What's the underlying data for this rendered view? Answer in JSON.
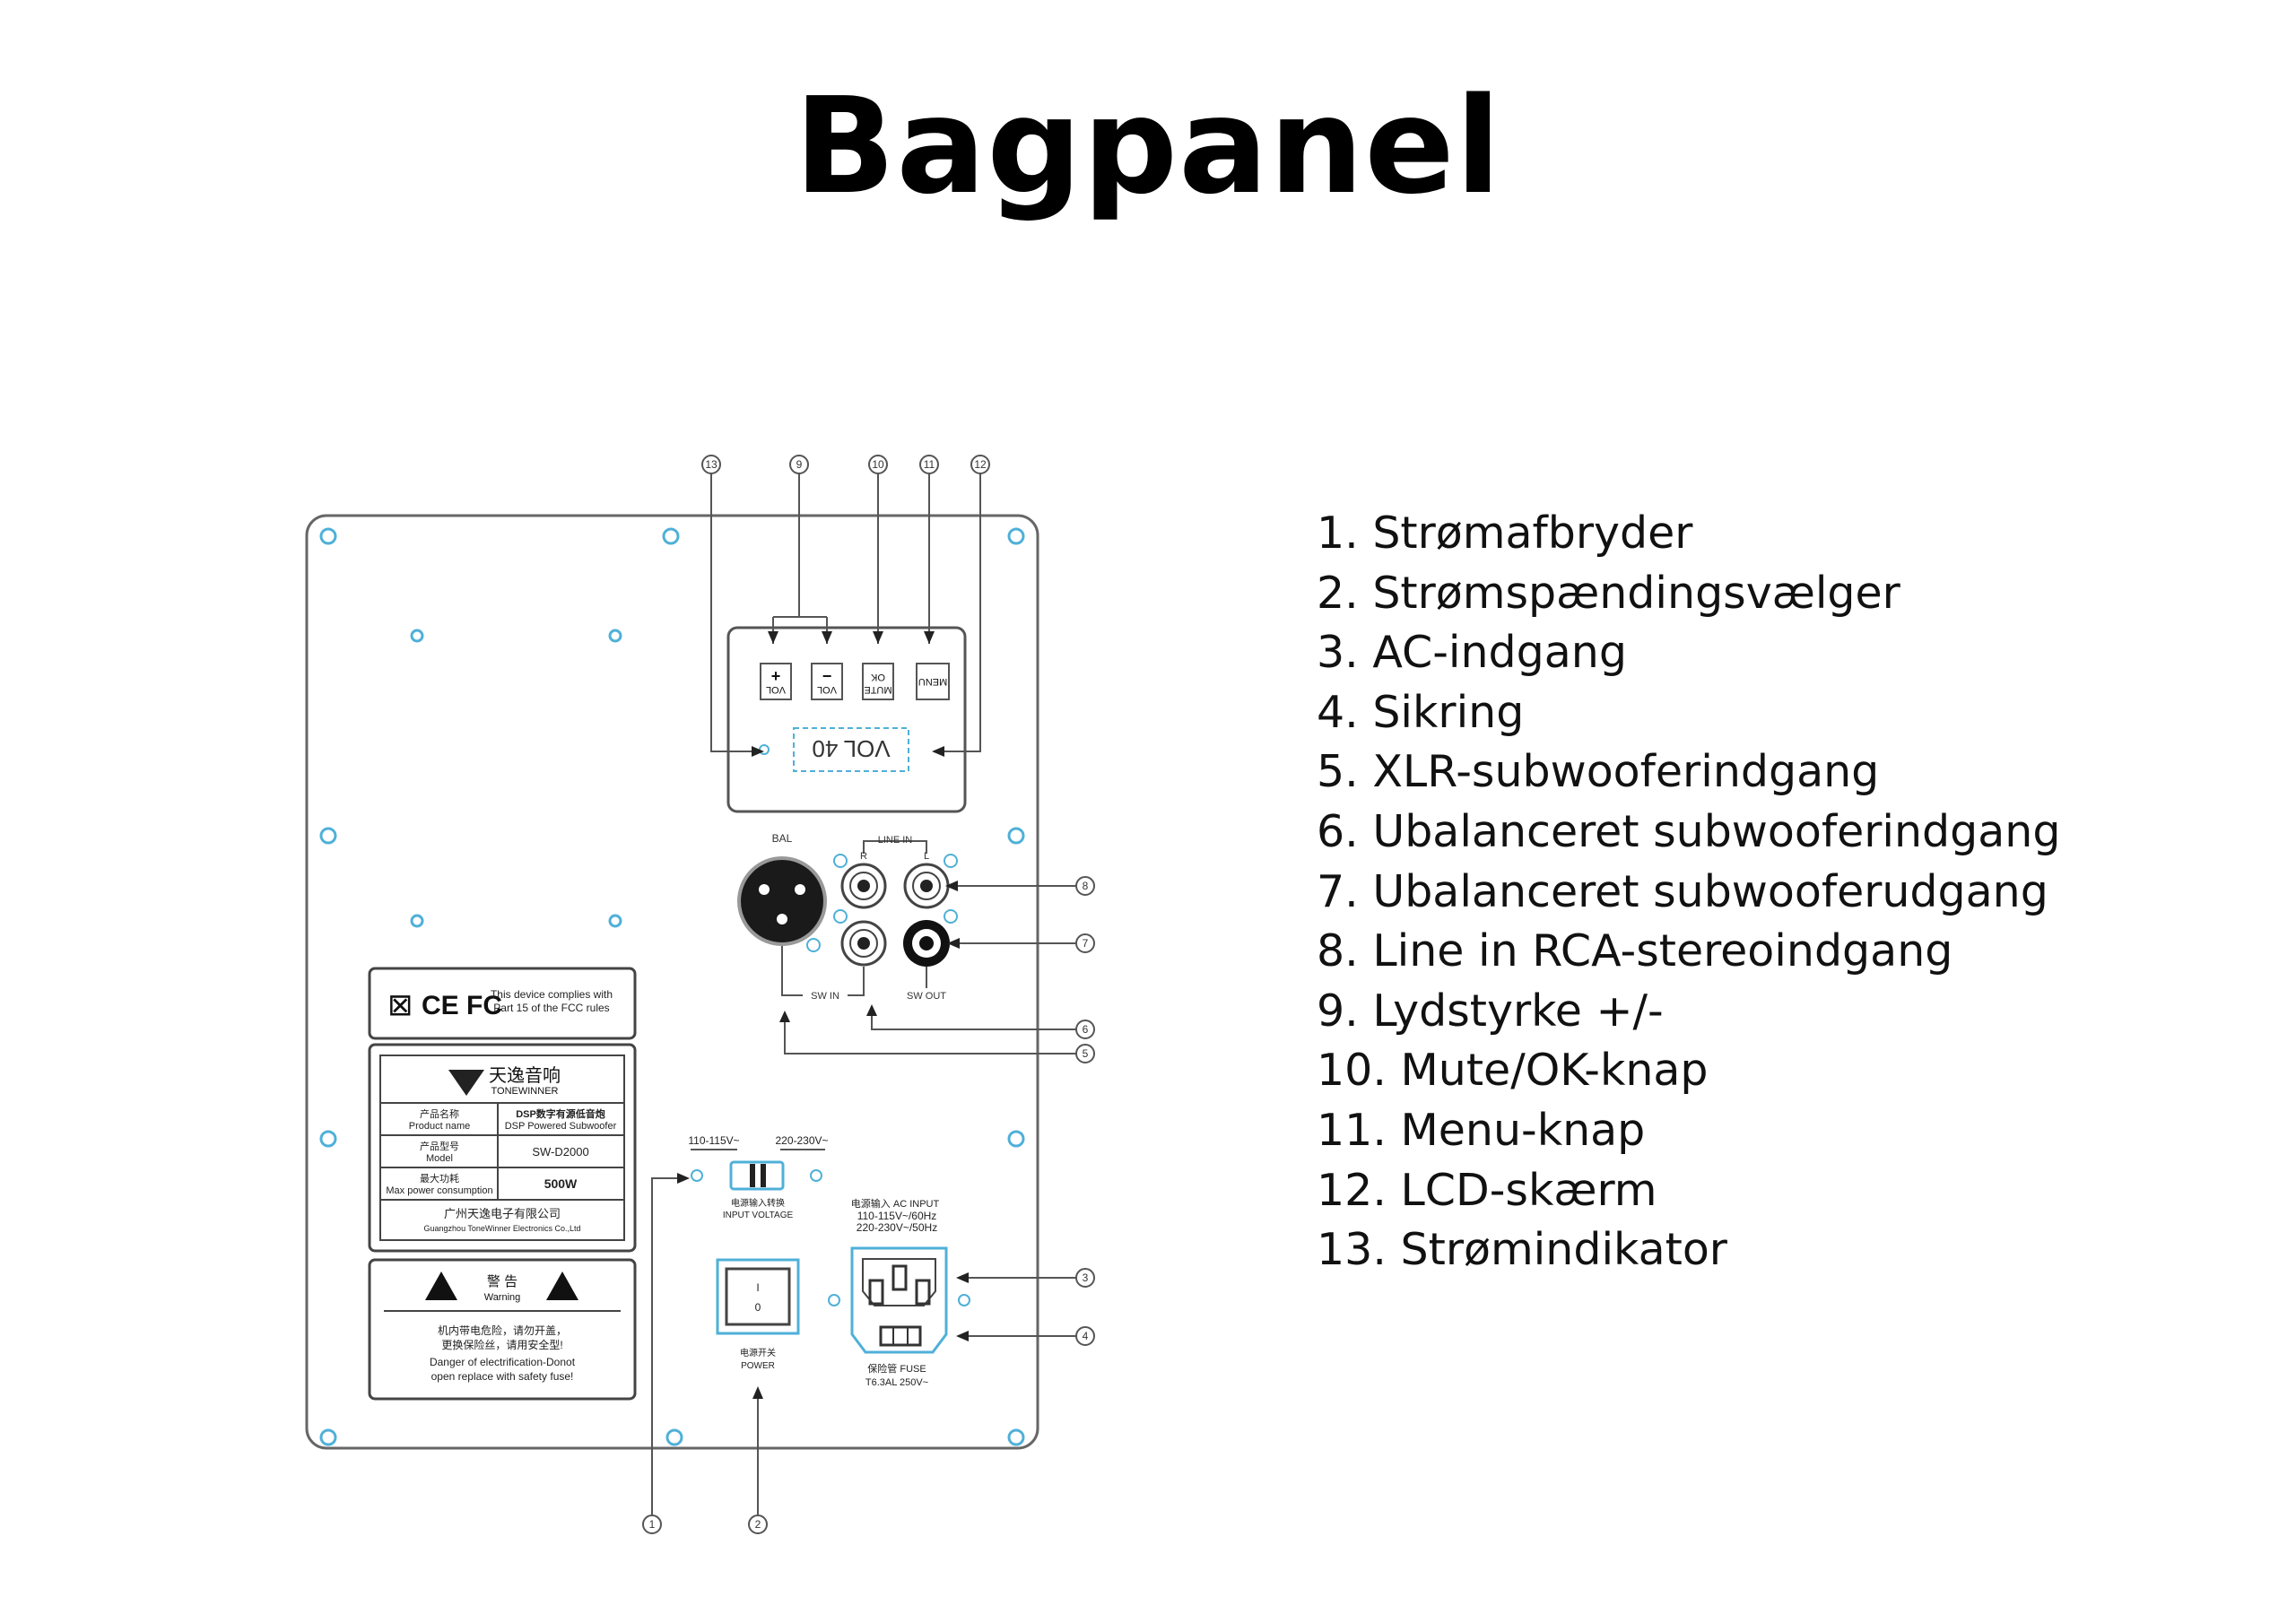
{
  "title": "Bagpanel",
  "callout_numbers": [
    "1",
    "2",
    "3",
    "4",
    "5",
    "6",
    "7",
    "8",
    "9",
    "10",
    "11",
    "12",
    "13"
  ],
  "legend": [
    "1. Strømafbryder",
    "2. Strømspændingsvælger",
    "3. AC-indgang",
    "4. Sikring",
    "5. XLR-subwooferindgang",
    "6. Ubalanceret subwooferindgang",
    "7. Ubalanceret subwooferudgang",
    "8. Line in RCA-stereoindgang",
    "9. Lydstyrke +/-",
    "10. Mute/OK-knap",
    "11. Menu-knap",
    "12. LCD-skærm",
    "13. Strømindikator"
  ],
  "panel": {
    "buttons": [
      {
        "symbol": "+",
        "label": "VOL"
      },
      {
        "symbol": "−",
        "label": "VOL"
      },
      {
        "symbol": "OK",
        "label": "MUTE"
      },
      {
        "symbol": "",
        "label": "MENU"
      }
    ],
    "lcd_text": "VOL 40",
    "bal_label": "BAL",
    "line_in_label": "LINE IN",
    "r_label": "R",
    "l_label": "L",
    "sw_in_label": "SW IN",
    "sw_out_label": "SW OUT",
    "fcc_text_1": "This device complies with",
    "fcc_text_2": "Part 15 of the FCC rules",
    "cert_marks": "CE FC",
    "brand_cn": "天逸音响",
    "brand_en": "TONEWINNER",
    "table": [
      {
        "label_cn": "产品名称",
        "label_en": "Product name",
        "value_cn": "DSP数字有源低音炮",
        "value_en": "DSP Powered Subwoofer"
      },
      {
        "label_cn": "产品型号",
        "label_en": "Model",
        "value_cn": "",
        "value_en": "SW-D2000"
      },
      {
        "label_cn": "最大功耗",
        "label_en": "Max power consumption",
        "value_cn": "",
        "value_en": "500W"
      }
    ],
    "company_cn": "广州天逸电子有限公司",
    "company_en": "Guangzhou ToneWinner Electronics Co.,Ltd",
    "warning_cn": "警 告",
    "warning_en": "Warning",
    "warning_line1": "机内带电危险，请勿开盖，",
    "warning_line2": "更换保险丝，请用安全型!",
    "warning_line3": "Danger of electrification-Donot",
    "warning_line4": "open replace with safety fuse!",
    "volt_low": "110-115V~",
    "volt_high": "220-230V~",
    "input_voltage_cn": "电源输入转换",
    "input_voltage_en": "INPUT VOLTAGE",
    "switch_on": "I",
    "switch_off": "0",
    "power_cn": "电源开关",
    "power_en": "POWER",
    "ac_input_title": "电源输入 AC INPUT",
    "ac_input_1": "110-115V~/60Hz",
    "ac_input_2": "220-230V~/50Hz",
    "fuse_cn": "保险管 FUSE",
    "fuse_rating": "T6.3AL 250V~"
  },
  "colors": {
    "line": "#555555",
    "hole": "#4fb0d8",
    "text": "#111111"
  }
}
